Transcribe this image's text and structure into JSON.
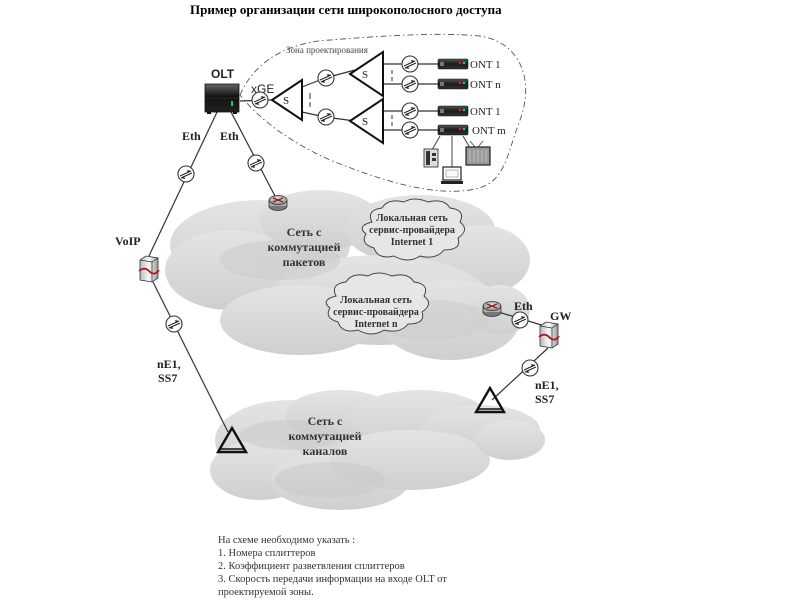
{
  "title": "Пример организации сети широкополосного доступа",
  "zone_label": "Зона проектирования",
  "nodes": {
    "olt": "OLT",
    "xge": "xGE",
    "splitter": "S",
    "ont_labels": [
      "ONT 1",
      "ONT n",
      "ONT 1",
      "ONT m"
    ],
    "voip": "VoIP",
    "gw": "GW"
  },
  "links": {
    "eth_left": "Eth",
    "eth_right": "Eth",
    "eth_gw": "Eth",
    "ne1_left": [
      "nE1,",
      "SS7"
    ],
    "ne1_right": [
      "nE1,",
      "SS7"
    ]
  },
  "clouds": {
    "packet_network": [
      "Сеть с",
      "коммутацией",
      "пакетов"
    ],
    "provider_1": [
      "Локальная сеть",
      "сервис-провайдера",
      "Internet  1"
    ],
    "provider_n": [
      "Локальная сеть",
      "сервис-провайдера",
      "Internet  n"
    ],
    "circuit_network": [
      "Сеть с",
      "коммутацией",
      "каналов"
    ]
  },
  "notes": {
    "heading": "На схеме необходимо указать :",
    "items": [
      "1. Номера сплиттеров",
      "2. Коэффициент разветвления сплиттеров",
      "3. Скорость передачи информации на входе OLT от",
      "проектируемой зоны."
    ]
  },
  "colors": {
    "cloud_fill": "#d9d9d9",
    "cloud_dark": "#c8c8c8",
    "ont_body": "#2a2a2a",
    "led_red": "#d22020",
    "led_green": "#22cc44",
    "router_red": "#8a2020"
  }
}
